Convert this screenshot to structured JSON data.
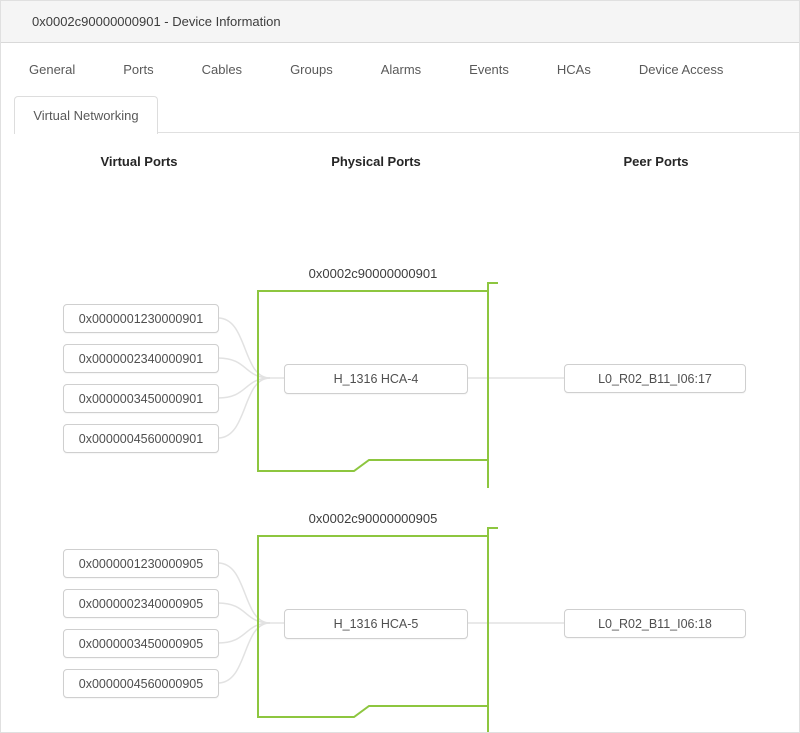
{
  "window": {
    "title": "0x0002c90000000901 - Device Information"
  },
  "tabs": {
    "row1": [
      "General",
      "Ports",
      "Cables",
      "Groups",
      "Alarms",
      "Events",
      "HCAs",
      "Device Access"
    ],
    "active": "Virtual Networking"
  },
  "columns": [
    "Virtual Ports",
    "Physical Ports",
    "Peer Ports"
  ],
  "groups": [
    {
      "physical_guid": "0x0002c90000000901",
      "virtual_ports": [
        "0x0000001230000901",
        "0x0000002340000901",
        "0x0000003450000901",
        "0x0000004560000901"
      ],
      "physical_port": "H_1316 HCA-4",
      "peer_port": "L0_R02_B11_I06:17"
    },
    {
      "physical_guid": "0x0002c90000000905",
      "virtual_ports": [
        "0x0000001230000905",
        "0x0000002340000905",
        "0x0000003450000905",
        "0x0000004560000905"
      ],
      "physical_port": "H_1316 HCA-5",
      "peer_port": "L0_R02_B11_I06:18"
    }
  ],
  "colors": {
    "accent_green": "#8DC63F",
    "link_gray": "#e2e2e2",
    "node_border": "#cfcfcf",
    "titlebar_bg": "#f5f5f5",
    "panel_border": "#e0e0e0"
  }
}
